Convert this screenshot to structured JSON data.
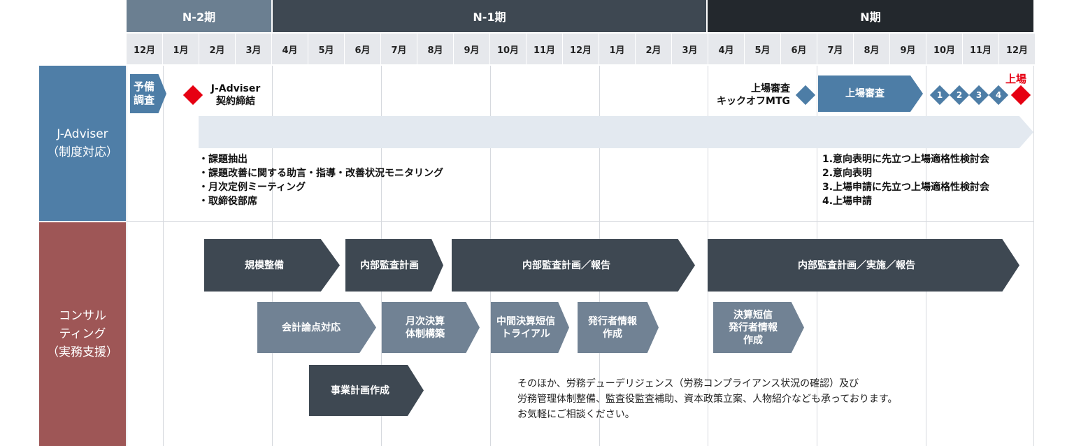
{
  "phases": [
    {
      "label": "N-2期",
      "color": "#6b7f91"
    },
    {
      "label": "N-1期",
      "color": "#3e4852"
    },
    {
      "label": "N期",
      "color": "#23282d"
    }
  ],
  "months": [
    "12月",
    "1月",
    "2月",
    "3月",
    "4月",
    "5月",
    "6月",
    "7月",
    "8月",
    "9月",
    "10月",
    "11月",
    "12月",
    "1月",
    "2月",
    "3月",
    "4月",
    "5月",
    "6月",
    "7月",
    "8月",
    "9月",
    "10月",
    "11月",
    "12月"
  ],
  "rows": [
    {
      "label": "J-Adviser\n（制度対応）",
      "color": "#4f7ea7"
    },
    {
      "label": "コンサル\nティング\n（実務支援）",
      "color": "#9e5656"
    }
  ],
  "jadviser": {
    "pre_survey": "予備\n調査",
    "contract": "J-Adviser\n契約締結",
    "kickoff": "上場審査\nキックオフMTG",
    "review": "上場審査",
    "steps": [
      "1",
      "2",
      "3",
      "4"
    ],
    "listing": "上場",
    "bullets": "・課題抽出\n・課題改善に関する助言・指導・改善状況モニタリング\n・月次定例ミーティング\n・取締役部席",
    "numbered": "1.意向表明に先立つ上場適格性検討会\n2.意向表明\n3.上場申請に先立つ上場適格性検討会\n4.上場申請"
  },
  "consulting": {
    "items": [
      "規模整備",
      "内部監査計画",
      "内部監査計画／報告",
      "内部監査計画／実施／報告",
      "会計論点対応",
      "月次決算\n体制構築",
      "中間決算短信\nトライアル",
      "発行者情報\n作成",
      "決算短信\n発行者情報\n作成",
      "事業計画作成"
    ],
    "note": "そのほか、労務デューデリジェンス（労務コンプライアンス状況の確認）及び\n労務管理体制整備、監査役監査補助、資本政策立案、人物紹介なども承っております。\nお気軽にご相談ください。"
  },
  "colors": {
    "dark_arrow": "#3e4852",
    "mid_arrow": "#718294",
    "blue_arrow": "#4d7da6",
    "red_diamond": "#e60012",
    "bar": "#e3e9f0"
  }
}
